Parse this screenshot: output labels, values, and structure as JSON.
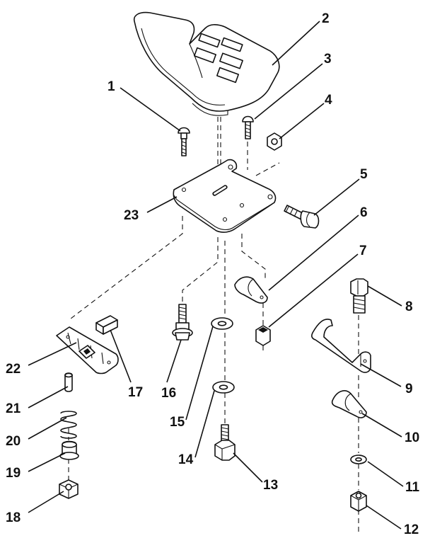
{
  "callouts": [
    {
      "id": "p1",
      "label": "1"
    },
    {
      "id": "p2",
      "label": "2"
    },
    {
      "id": "p3",
      "label": "3"
    },
    {
      "id": "p4",
      "label": "4"
    },
    {
      "id": "p5",
      "label": "5"
    },
    {
      "id": "p6",
      "label": "6"
    },
    {
      "id": "p7",
      "label": "7"
    },
    {
      "id": "p8",
      "label": "8"
    },
    {
      "id": "p9",
      "label": "9"
    },
    {
      "id": "p10",
      "label": "10"
    },
    {
      "id": "p11",
      "label": "11"
    },
    {
      "id": "p12",
      "label": "12"
    },
    {
      "id": "p13",
      "label": "13"
    },
    {
      "id": "p14",
      "label": "14"
    },
    {
      "id": "p15",
      "label": "15"
    },
    {
      "id": "p16",
      "label": "16"
    },
    {
      "id": "p17",
      "label": "17"
    },
    {
      "id": "p18",
      "label": "18"
    },
    {
      "id": "p19",
      "label": "19"
    },
    {
      "id": "p20",
      "label": "20"
    },
    {
      "id": "p21",
      "label": "21"
    },
    {
      "id": "p22",
      "label": "22"
    },
    {
      "id": "p23",
      "label": "23"
    }
  ],
  "colors": {
    "line": "#111111",
    "background": "#ffffff"
  }
}
